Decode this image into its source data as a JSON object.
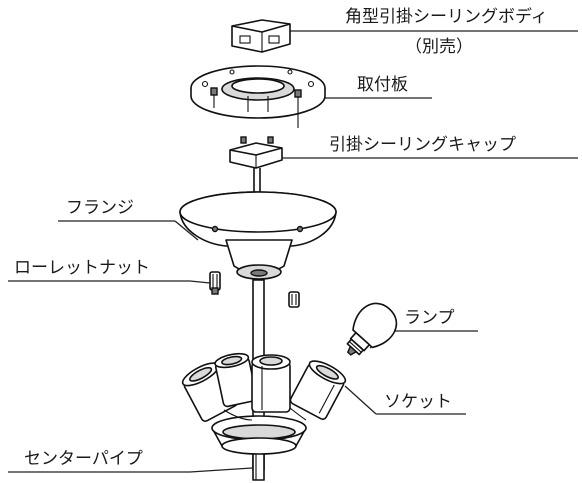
{
  "labels": {
    "body": "角型引掛シーリングボディ",
    "body_note": "（別売）",
    "mounting_plate": "取付板",
    "cap": "引掛シーリングキャップ",
    "flange": "フランジ",
    "knurled_nut": "ローレットナット",
    "lamp": "ランプ",
    "socket": "ソケット",
    "center_pipe": "センターパイプ"
  }
}
